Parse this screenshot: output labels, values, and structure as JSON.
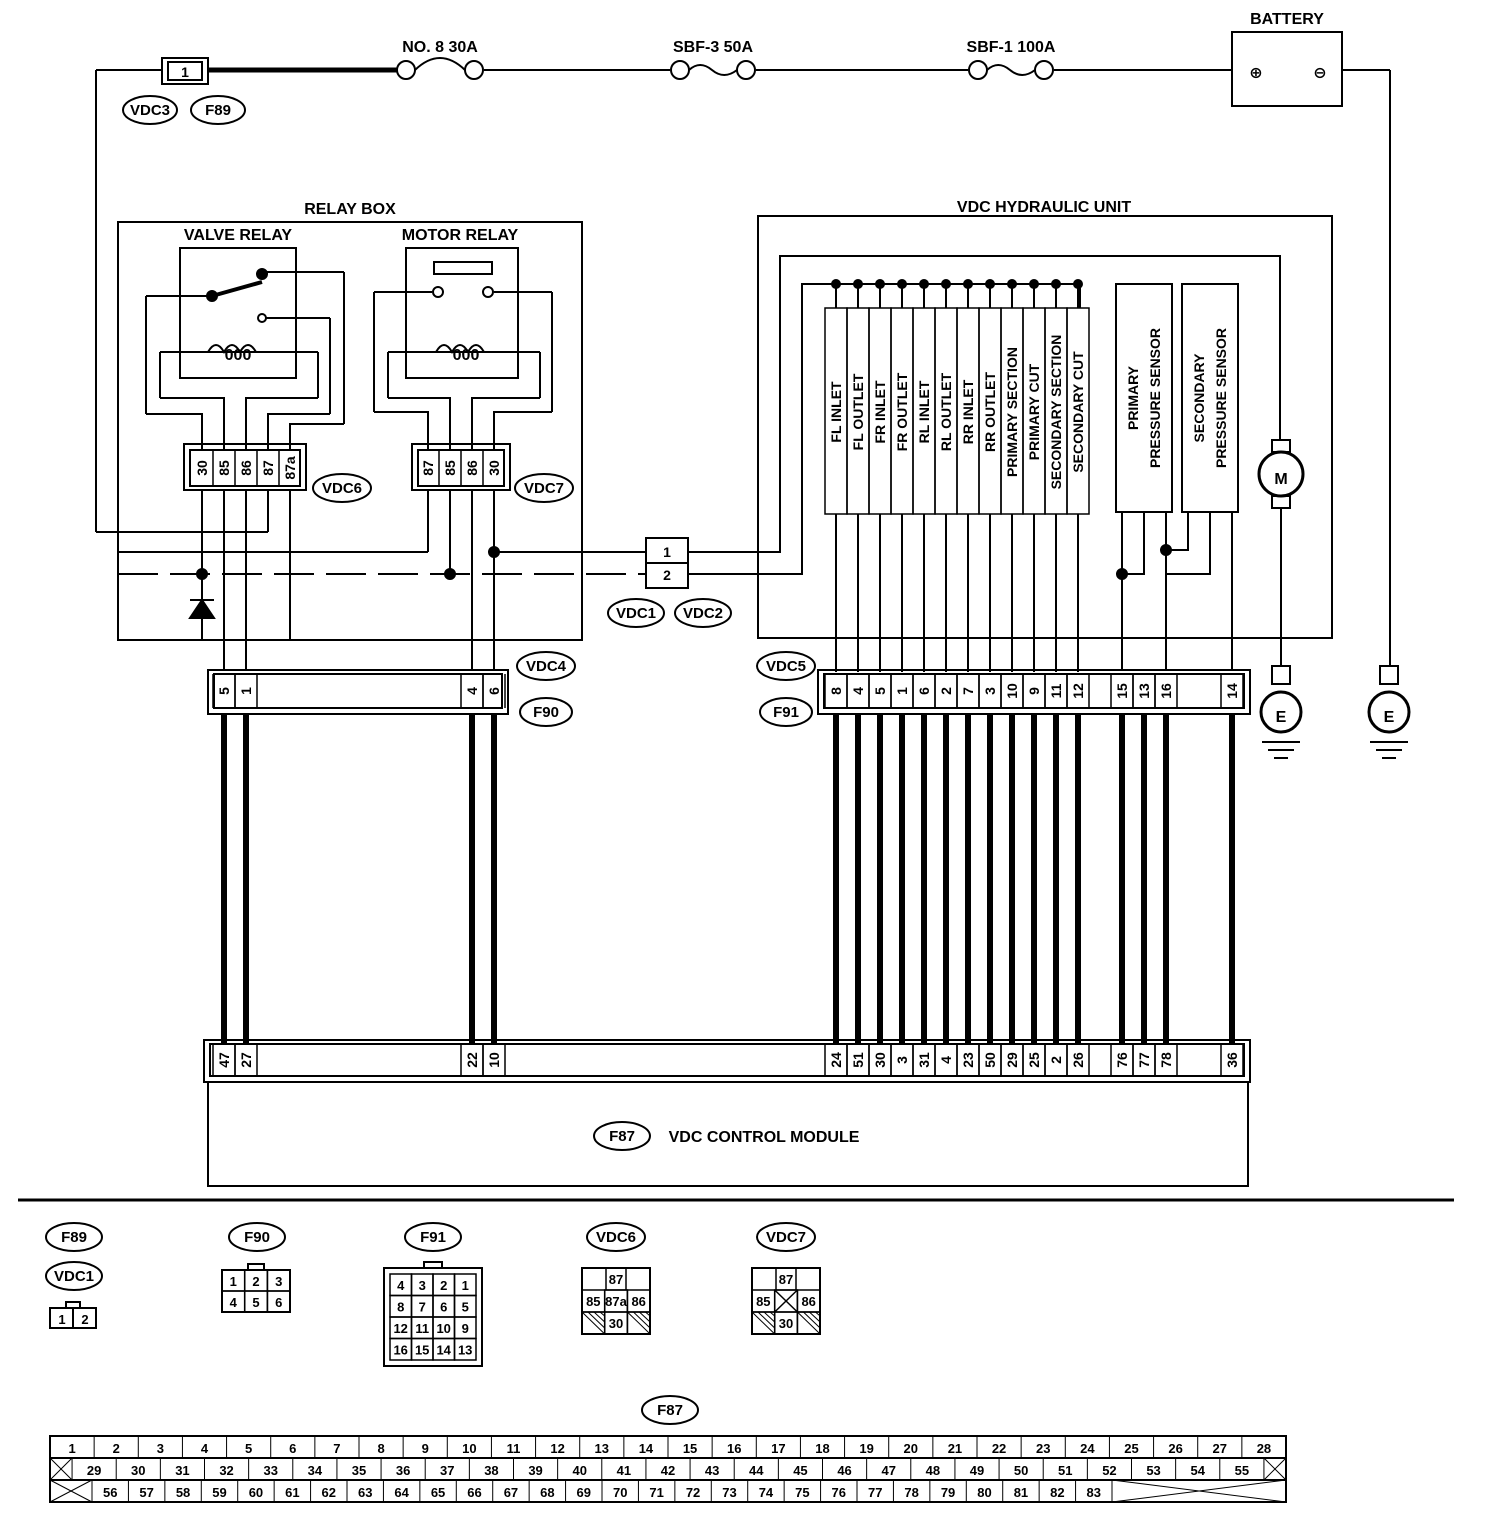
{
  "title_labels": {
    "battery": "BATTERY",
    "relay_box": "RELAY BOX",
    "valve_relay": "VALVE RELAY",
    "motor_relay": "MOTOR RELAY",
    "hydraulic_unit": "VDC HYDRAULIC UNIT",
    "control_module": "VDC CONTROL MODULE"
  },
  "fuses": [
    "NO. 8 30A",
    "SBF-3 50A",
    "SBF-1 100A"
  ],
  "battery_terminals": {
    "plus": "⊕",
    "minus": "⊖"
  },
  "connector_ids": {
    "vdc3": "VDC3",
    "f89": "F89",
    "vdc6": "VDC6",
    "vdc7": "VDC7",
    "vdc1": "VDC1",
    "vdc2": "VDC2",
    "vdc4": "VDC4",
    "f90": "F90",
    "vdc5": "VDC5",
    "f91": "F91",
    "f87": "F87"
  },
  "valve_relay_coil": "000",
  "motor_relay_coil": "000",
  "vdc3_pin": "1",
  "vdc1_pins": [
    "1",
    "2"
  ],
  "vdc6_pins": [
    "30",
    "85",
    "86",
    "87",
    "87a"
  ],
  "vdc7_pins": [
    "87",
    "85",
    "86",
    "30"
  ],
  "f90_pins": [
    "5",
    "1",
    "4",
    "6"
  ],
  "f91_pins": [
    "8",
    "4",
    "5",
    "1",
    "6",
    "2",
    "7",
    "3",
    "10",
    "9",
    "11",
    "12",
    "15",
    "13",
    "16",
    "14"
  ],
  "f87_pins": [
    "47",
    "27",
    "22",
    "10",
    "24",
    "51",
    "30",
    "3",
    "31",
    "4",
    "23",
    "50",
    "29",
    "25",
    "2",
    "26",
    "76",
    "77",
    "78",
    "36"
  ],
  "solenoids": [
    "FL INLET",
    "FL OUTLET",
    "FR INLET",
    "FR OUTLET",
    "RL INLET",
    "RL OUTLET",
    "RR INLET",
    "RR OUTLET",
    "PRIMARY SECTION",
    "PRIMARY CUT",
    "SECONDARY SECTION",
    "SECONDARY CUT"
  ],
  "sensors": [
    {
      "line1": "PRIMARY",
      "line2": "PRESSURE SENSOR"
    },
    {
      "line1": "SECONDARY",
      "line2": "PRESSURE SENSOR"
    }
  ],
  "motor_symbol": "M",
  "ground_symbol": "E",
  "legend": {
    "f89_vdc1_pins": [
      "1",
      "2"
    ],
    "f90_grid": [
      [
        "1",
        "2",
        "3"
      ],
      [
        "4",
        "5",
        "6"
      ]
    ],
    "f91_grid": [
      [
        "4",
        "3",
        "2",
        "1"
      ],
      [
        "8",
        "7",
        "6",
        "5"
      ],
      [
        "12",
        "11",
        "10",
        "9"
      ],
      [
        "16",
        "15",
        "14",
        "13"
      ]
    ],
    "vdc6_top": "87",
    "vdc6_mid": [
      "85",
      "87a",
      "86"
    ],
    "vdc6_bottom": "30",
    "vdc7_top": "87",
    "vdc7_mid": [
      "85",
      "",
      "86"
    ],
    "vdc7_bottom": "30",
    "f87_row1": [
      "1",
      "2",
      "3",
      "4",
      "5",
      "6",
      "7",
      "8",
      "9",
      "10",
      "11",
      "12",
      "13",
      "14",
      "15",
      "16",
      "17",
      "18",
      "19",
      "20",
      "21",
      "22",
      "23",
      "24",
      "25",
      "26",
      "27",
      "28"
    ],
    "f87_row2": [
      "29",
      "30",
      "31",
      "32",
      "33",
      "34",
      "35",
      "36",
      "37",
      "38",
      "39",
      "40",
      "41",
      "42",
      "43",
      "44",
      "45",
      "46",
      "47",
      "48",
      "49",
      "50",
      "51",
      "52",
      "53",
      "54",
      "55"
    ],
    "f87_row3": [
      "56",
      "57",
      "58",
      "59",
      "60",
      "61",
      "62",
      "63",
      "64",
      "65",
      "66",
      "67",
      "68",
      "69",
      "70",
      "71",
      "72",
      "73",
      "74",
      "75",
      "76",
      "77",
      "78",
      "79",
      "80",
      "81",
      "82",
      "83"
    ]
  }
}
